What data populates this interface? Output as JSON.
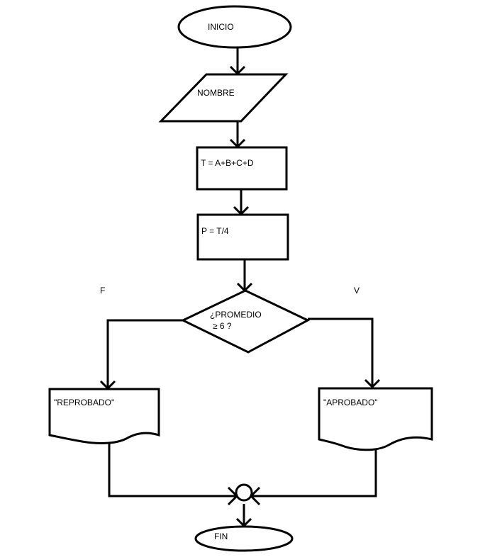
{
  "diagram": {
    "start": "INICIO",
    "input": "NOMBRE",
    "process_total": "T = A+B+C+D",
    "process_average": "P = T/4",
    "decision_line1": "¿PROMEDIO",
    "decision_line2": "≥ 6 ?",
    "false_label": "F",
    "true_label": "V",
    "output_false": "\"REPROBADO\"",
    "output_true": "\"APROBADO\"",
    "end": "FIN"
  },
  "colors": {
    "stroke": "#000000",
    "background": "#ffffff"
  }
}
